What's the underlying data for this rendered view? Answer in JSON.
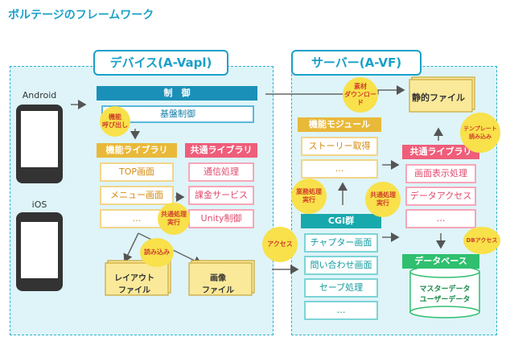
{
  "title": "ボルテージのフレームワーク",
  "device_panel": {
    "label": "デバイス(A-Vapl)"
  },
  "server_panel": {
    "label": "サーバー(A-VF)"
  },
  "phones": {
    "android": "Android",
    "ios": "iOS"
  },
  "control": {
    "header": "制　御",
    "item": "基盤制御"
  },
  "function_library": {
    "header": "機能ライブラリ",
    "items": [
      "TOP画面",
      "メニュー画面",
      "…"
    ]
  },
  "common_library_device": {
    "header": "共通ライブラリ",
    "items": [
      "通信処理",
      "課金サービス",
      "Unity制御"
    ]
  },
  "files_device": {
    "layout": "レイアウト\nファイル",
    "image": "画像\nファイル"
  },
  "function_module": {
    "header": "機能モジュール",
    "items": [
      "ストーリー取得",
      "…"
    ]
  },
  "cgi_group": {
    "header": "CGI群",
    "items": [
      "チャプター画面",
      "問い合わせ画面",
      "セーブ処理",
      "…"
    ]
  },
  "common_library_server": {
    "header": "共通ライブラリ",
    "items": [
      "画面表示処理",
      "データアクセス",
      "…"
    ]
  },
  "static_file": "静的ファイル",
  "database": {
    "header": "データベース",
    "content": "マスターデータ\nユーザーデータ"
  },
  "bubbles": {
    "function_call": "機能\n呼び出し",
    "common_exec_device": "共通処理\n実行",
    "read_in": "読み込み",
    "material_download": "素材\nダウンロード",
    "template_read": "テンプレート\n読み込み",
    "business_exec": "業務処理\n実行",
    "common_exec_server": "共通処理\n実行",
    "access": "アクセス",
    "db_access": "DBアクセス"
  },
  "colors": {
    "accent": "#1aa0c8",
    "panel_bg": "#def4f8",
    "yellow": "#e9b93a",
    "pink": "#ef5d7a",
    "teal": "#18a9ad",
    "green": "#2fbf6f",
    "bubble": "#f8e14a"
  }
}
